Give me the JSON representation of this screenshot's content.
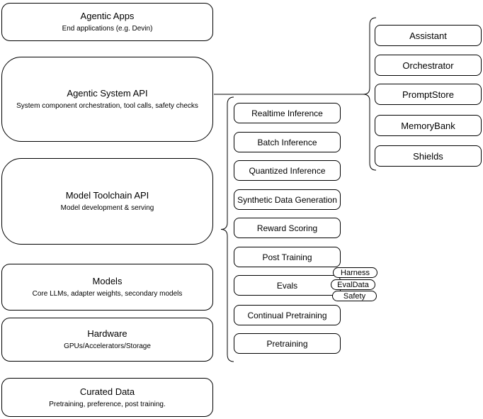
{
  "diagram": {
    "stack_layers": [
      {
        "title": "Agentic Apps",
        "subtitle": "End applications (e.g. Devin)"
      },
      {
        "title": "Agentic System API",
        "subtitle": "System component orchestration, tool calls, safety checks"
      },
      {
        "title": "Model Toolchain API",
        "subtitle": "Model development & serving"
      },
      {
        "title": "Models",
        "subtitle": "Core LLMs, adapter weights, secondary models"
      },
      {
        "title": "Hardware",
        "subtitle": "GPUs/Accelerators/Storage"
      },
      {
        "title": "Curated Data",
        "subtitle": "Pretraining, preference, post training."
      }
    ],
    "toolchain_services": [
      "Realtime Inference",
      "Batch Inference",
      "Quantized Inference",
      "Synthetic Data Generation",
      "Reward Scoring",
      "Post Training",
      "Evals",
      "Continual Pretraining",
      "Pretraining"
    ],
    "agentic_components": [
      "Assistant",
      "Orchestrator",
      "PromptStore",
      "MemoryBank",
      "Shields"
    ],
    "eval_tags": [
      "Harness",
      "EvalData",
      "Safety"
    ],
    "colors": {
      "stroke": "#000000",
      "fill": "#ffffff",
      "text": "#000000"
    }
  }
}
